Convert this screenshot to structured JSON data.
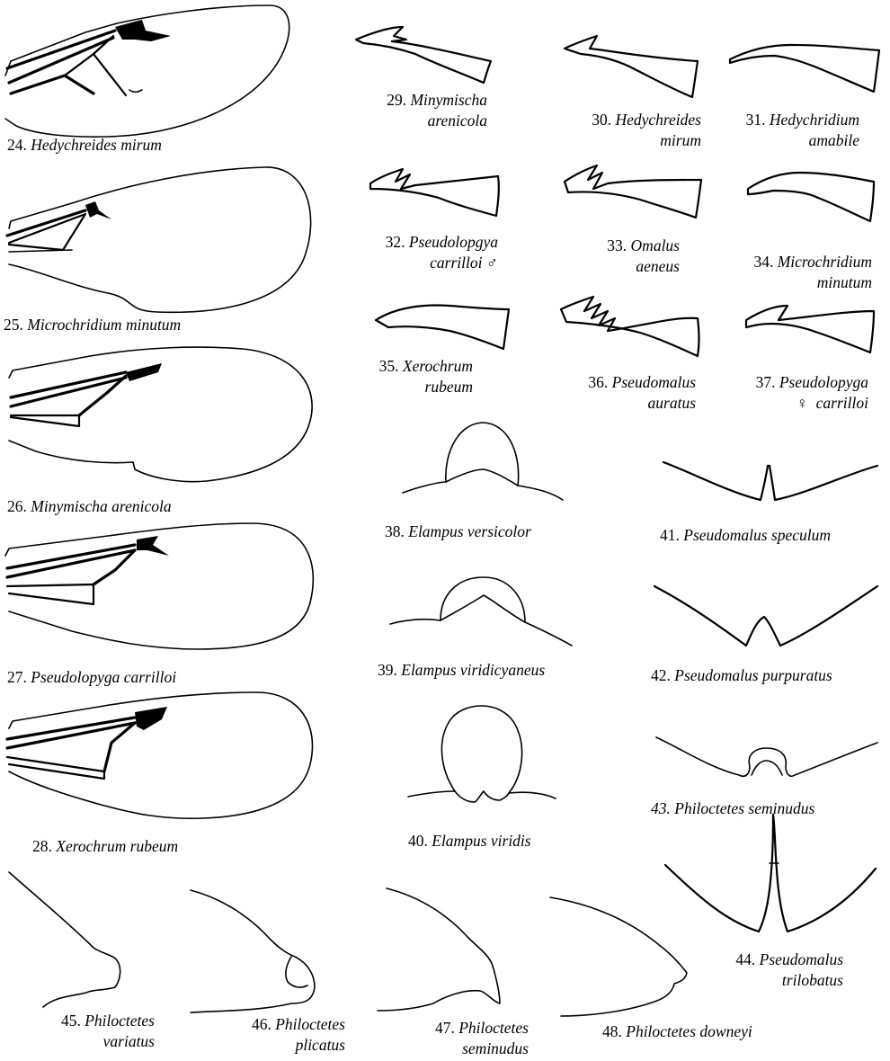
{
  "figures": [
    {
      "num": "24.",
      "genus": "Hedychreides",
      "species": "mirum"
    },
    {
      "num": "25.",
      "genus": "Microchridium",
      "species": "minutum"
    },
    {
      "num": "26.",
      "genus": "Minymischa",
      "species": "arenicola"
    },
    {
      "num": "27.",
      "genus": "Pseudolopyga",
      "species": "carrilloi"
    },
    {
      "num": "28.",
      "genus": "Xerochrum",
      "species": "rubeum"
    },
    {
      "num": "29.",
      "genus": "Minymischa",
      "species": "arenicola"
    },
    {
      "num": "30.",
      "genus": "Hedychreides",
      "species": "mirum"
    },
    {
      "num": "31.",
      "genus": "Hedychridium",
      "species": "amabile"
    },
    {
      "num": "32.",
      "genus": "Pseudolopgya",
      "species": "carrilloi",
      "sex": "♂"
    },
    {
      "num": "33.",
      "genus": "Omalus",
      "species": "aeneus"
    },
    {
      "num": "34.",
      "genus": "Microchridium",
      "species": "minutum"
    },
    {
      "num": "35.",
      "genus": "Xerochrum",
      "species": "rubeum"
    },
    {
      "num": "36.",
      "genus": "Pseudomalus",
      "species": "auratus"
    },
    {
      "num": "37.",
      "genus": "Pseudolopyga",
      "species": "carrilloi",
      "sex": "♀"
    },
    {
      "num": "38.",
      "genus": "Elampus",
      "species": "versicolor"
    },
    {
      "num": "39.",
      "genus": "Elampus",
      "species": "viridicyaneus"
    },
    {
      "num": "40.",
      "genus": "Elampus",
      "species": "viridis"
    },
    {
      "num": "41.",
      "genus": "Pseudomalus",
      "species": "speculum"
    },
    {
      "num": "42.",
      "genus": "Pseudomalus",
      "species": "purpuratus"
    },
    {
      "num": "43.",
      "genus": "Philoctetes",
      "species": "seminudus"
    },
    {
      "num": "44.",
      "genus": "Pseudomalus",
      "species": "trilobatus"
    },
    {
      "num": "45.",
      "genus": "Philoctetes",
      "species": "variatus"
    },
    {
      "num": "46.",
      "genus": "Philoctetes",
      "species": "plicatus"
    },
    {
      "num": "47.",
      "genus": "Philoctetes",
      "species": "seminudus"
    },
    {
      "num": "48.",
      "genus": "Philoctetes",
      "species": "downeyi"
    }
  ]
}
